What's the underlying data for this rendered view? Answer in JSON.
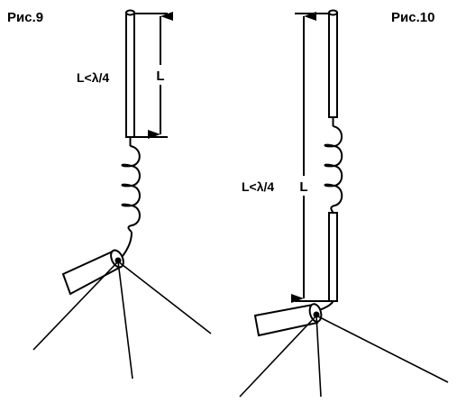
{
  "figures": [
    {
      "caption": "Рис.9",
      "length_condition": "L<λ/4",
      "dimension_label": "L"
    },
    {
      "caption": "Рис.10",
      "length_condition": "L<λ/4",
      "dimension_label": "L"
    }
  ],
  "colors": {
    "ink": "#000000",
    "background": "#ffffff"
  }
}
